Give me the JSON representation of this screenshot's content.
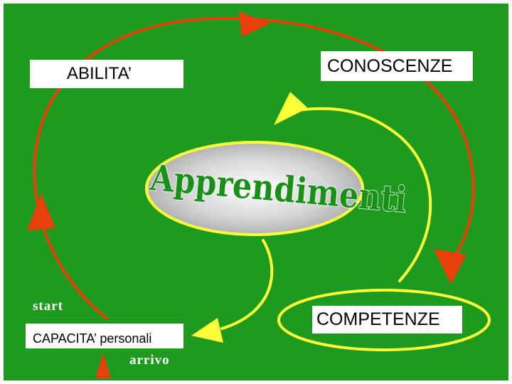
{
  "colors": {
    "background": "#1e9a1e",
    "red_path": "#e8400c",
    "yellow_path": "#ffff3a",
    "center_text": "#1a8f1a",
    "box_fill": "#ffffff",
    "label_text": "#ffffff"
  },
  "nodes": {
    "center": "Apprendimenti",
    "abilita": "ABILITA’",
    "conoscenze": "CONOSCENZE",
    "competenze": "COMPETENZE",
    "capacita": "CAPACITA’ personali"
  },
  "labels": {
    "start": "start",
    "arrivo": "arrivo"
  }
}
